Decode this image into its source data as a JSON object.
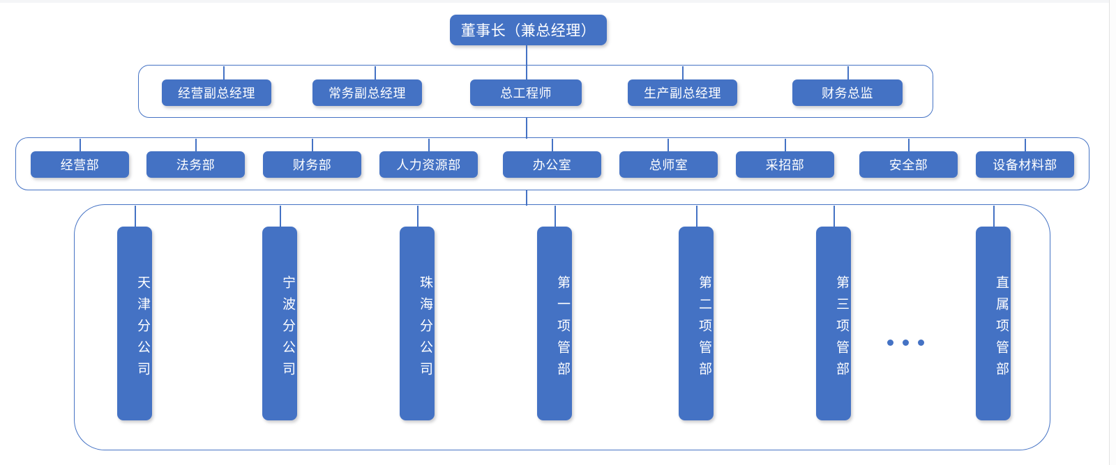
{
  "chart_title": "",
  "colors": {
    "node_fill": "#4472C4",
    "node_text": "#FFFFFF",
    "connector": "#4472C4",
    "container_border": "#4472C4",
    "page_background": "#FFFFFF"
  },
  "root": {
    "label": "董事长（兼总经理）"
  },
  "executives": {
    "items": [
      {
        "label": "经营副总经理"
      },
      {
        "label": "常务副总经理"
      },
      {
        "label": "总工程师"
      },
      {
        "label": "生产副总经理"
      },
      {
        "label": "财务总监"
      }
    ]
  },
  "departments": {
    "items": [
      {
        "label": "经营部"
      },
      {
        "label": "法务部"
      },
      {
        "label": "财务部"
      },
      {
        "label": "人力资源部"
      },
      {
        "label": "办公室"
      },
      {
        "label": "总师室"
      },
      {
        "label": "采招部"
      },
      {
        "label": "安全部"
      },
      {
        "label": "设备材料部"
      }
    ]
  },
  "units": {
    "items": [
      {
        "label": "天津分公司"
      },
      {
        "label": "宁波分公司"
      },
      {
        "label": "珠海分公司"
      },
      {
        "label": "第一项管部"
      },
      {
        "label": "第二项管部"
      },
      {
        "label": "第三项管部"
      },
      {
        "label": "直属项管部"
      }
    ],
    "ellipsis": "• • •"
  }
}
